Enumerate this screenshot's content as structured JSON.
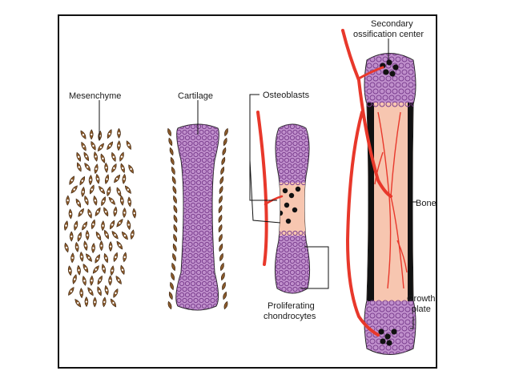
{
  "labels": {
    "mesenchyme": "Mesenchyme",
    "cartilage": "Cartilage",
    "osteoblasts": "Osteoblasts",
    "secondary_line1": "Secondary",
    "secondary_line2": "ossification center",
    "bone": "Bone",
    "growth_line1": "Growth",
    "growth_line2": "plate",
    "proliferating_line1": "Proliferating",
    "proliferating_line2": "chondrocytes"
  },
  "colors": {
    "frame": "#111111",
    "mesenchyme_cell": "#8b5a2b",
    "cartilage": "#c090cc",
    "chondrocyte": "#7b3f8f",
    "bone_tissue": "#f7c6b0",
    "blood_vessel": "#e8382b",
    "ossification_center": "#111111"
  }
}
